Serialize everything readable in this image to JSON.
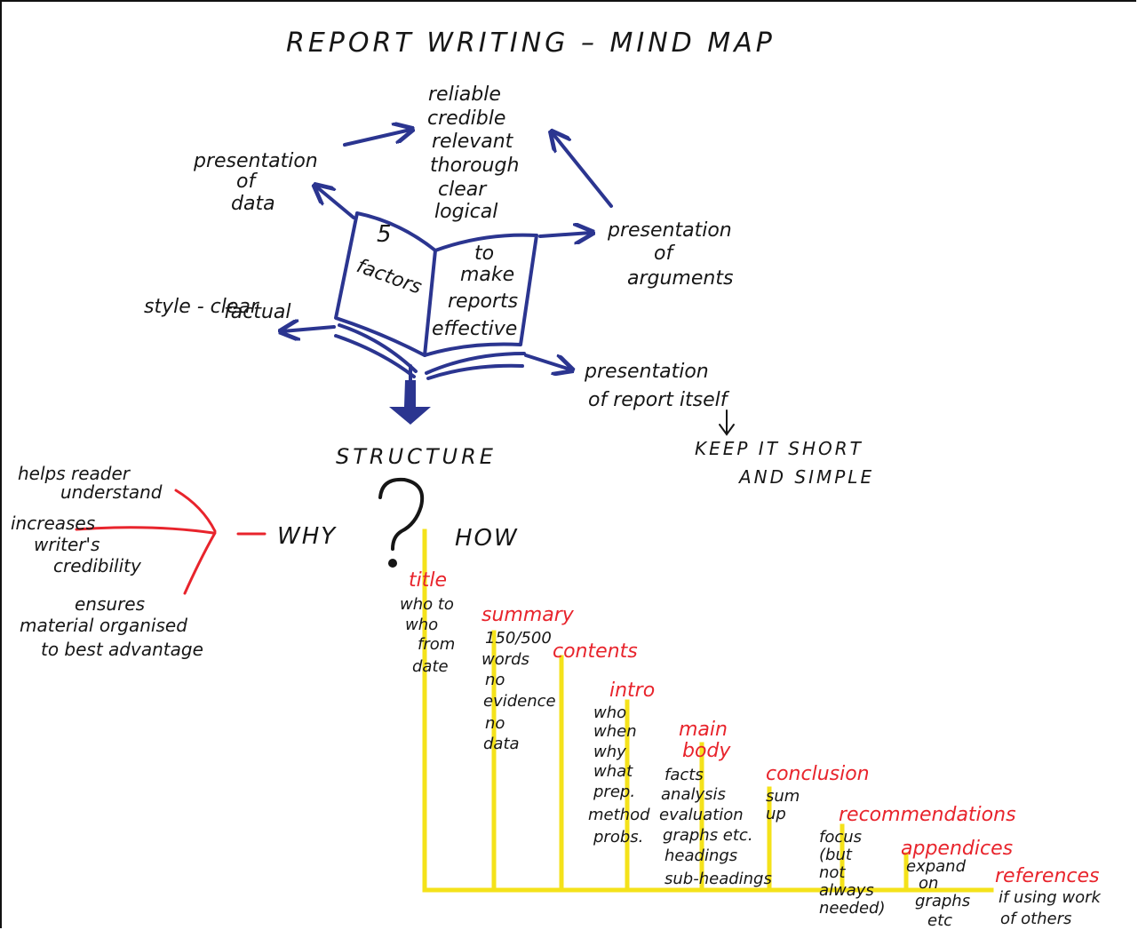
{
  "title": "REPORT WRITING – MIND MAP",
  "colors": {
    "blue": "#2b3590",
    "red": "#e8242c",
    "yellow": "#f4e21a",
    "ink": "#161616"
  },
  "book": {
    "left": [
      "5",
      "factors"
    ],
    "right": [
      "to",
      "make",
      "reports",
      "effective"
    ]
  },
  "factors": {
    "qualities": [
      "reliable",
      "credible",
      "relevant",
      "thorough",
      "clear",
      "logical"
    ],
    "data": [
      "presentation",
      "of",
      "data"
    ],
    "arguments": [
      "presentation",
      "of",
      "arguments"
    ],
    "style": [
      "style - clear",
      "factual"
    ],
    "report": [
      "presentation",
      "of report itself"
    ],
    "kiss": [
      "KEEP IT SHORT",
      "AND SIMPLE"
    ]
  },
  "structure": {
    "label": "STRUCTURE",
    "why": "WHY",
    "how": "HOW"
  },
  "why_reasons": [
    [
      "helps reader",
      "understand"
    ],
    [
      "increases",
      "writer's",
      "credibility"
    ],
    [
      "ensures",
      "material organised",
      "to best advantage"
    ]
  ],
  "sections": [
    {
      "heading": "title",
      "notes": [
        "who to",
        "who",
        "from",
        "date"
      ]
    },
    {
      "heading": "summary",
      "notes": [
        "150/500",
        "words",
        "no",
        "evidence",
        "no",
        "data"
      ]
    },
    {
      "heading": "contents",
      "notes": []
    },
    {
      "heading": "intro",
      "notes": [
        "who",
        "when",
        "why",
        "what",
        "prep.",
        "method",
        "probs."
      ]
    },
    {
      "heading": "main body",
      "notes": [
        "facts",
        "analysis",
        "evaluation",
        "graphs etc.",
        "headings",
        "sub-headings"
      ]
    },
    {
      "heading": "conclusion",
      "notes": [
        "sum",
        "up"
      ]
    },
    {
      "heading": "recommendations",
      "notes": [
        "focus",
        "(but",
        "not",
        "always",
        "needed)"
      ]
    },
    {
      "heading": "appendices",
      "notes": [
        "expand",
        "on",
        "graphs",
        "etc"
      ]
    },
    {
      "heading": "references",
      "notes": [
        "if using work",
        "of others"
      ]
    }
  ]
}
